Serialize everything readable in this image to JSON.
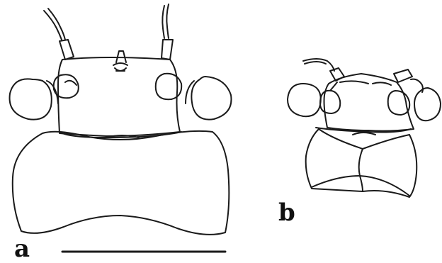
{
  "figure": {
    "panels": [
      {
        "id": "a",
        "label": "a"
      },
      {
        "id": "b",
        "label": "b"
      }
    ],
    "colors": {
      "line": "#1a1a1a",
      "background": "#ffffff"
    }
  }
}
